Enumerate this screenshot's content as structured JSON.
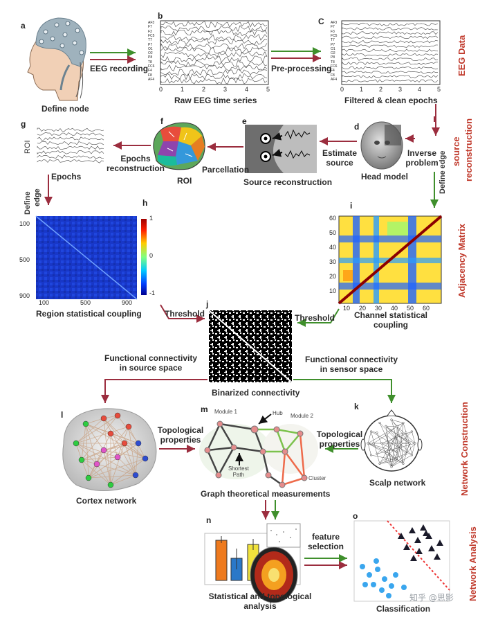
{
  "letters": {
    "a": "a",
    "b": "b",
    "c": "C",
    "d": "d",
    "e": "e",
    "f": "f",
    "g": "g",
    "h": "h",
    "i": "i",
    "j": "j",
    "k": "k",
    "l": "l",
    "m": "m",
    "n": "n",
    "o": "o"
  },
  "labels": {
    "define_node": "Define node",
    "eeg_recording": "EEG  recording",
    "raw_eeg": "Raw EEG time series",
    "pre_processing": "Pre-processing",
    "filtered": "Filtered  & clean epochs",
    "inverse_1": "Inverse",
    "inverse_2": "problem",
    "head_model": "Head model",
    "estimate_1": "Estimate",
    "estimate_2": "source",
    "source_reconstruction": "Source reconstruction",
    "parcellation": "Parcellation",
    "roi": "ROI",
    "epochs_recon_1": "Epochs",
    "epochs_recon_2": "reconstruction",
    "epochs": "Epochs",
    "roi_axis": "ROI",
    "define_edge_left_1": "Define",
    "define_edge_left_2": "edge",
    "define_edge_right": "Define  edge",
    "region_coupling": "Region statistical coupling",
    "channel_coupling_1": "Channel statistical",
    "channel_coupling_2": "coupling",
    "threshold_left": "Threshold",
    "threshold_right": "Threshold",
    "binarized": "Binarized connectivity",
    "fc_source_1": "Functional connectivity",
    "fc_source_2": "in source space",
    "fc_sensor_1": "Functional connectivity",
    "fc_sensor_2": "in sensor space",
    "topo_left_1": "Topological",
    "topo_left_2": "properties",
    "topo_right_1": "Topological",
    "topo_right_2": "properties",
    "cortex_network": "Cortex network",
    "graph_measures": "Graph theoretical measurements",
    "scalp_network": "Scalp network",
    "module1": "Module 1",
    "module2": "Module 2",
    "hub": "Hub",
    "cluster": "Cluster",
    "shortest_1": "Shortest",
    "shortest_2": "Path",
    "feature_1": "feature",
    "feature_2": "selection",
    "stat_topo_1": "Statistical and topological",
    "stat_topo_2": "analysis",
    "classification": "Classification",
    "watermark": "知乎 @思影"
  },
  "side_labels": {
    "eeg_data": "EEG Data",
    "source_recon_1": "source",
    "source_recon_2": "reconstruction",
    "adjacency": "Adjacency  Matrix",
    "network_construction": "Network Construction",
    "network_analysis": "Network Analysis"
  },
  "axes": {
    "raw_x": [
      "0",
      "1",
      "2",
      "3",
      "4",
      "5"
    ],
    "filt_x": [
      "0",
      "1",
      "2",
      "3",
      "4",
      "5"
    ],
    "channels": [
      "AF3",
      "F7",
      "F3",
      "FC5",
      "T7",
      "P7",
      "O1",
      "O2",
      "P8",
      "T8",
      "FC6",
      "F4",
      "F8",
      "AF4"
    ],
    "h_y": [
      "100",
      "500",
      "900"
    ],
    "h_x": [
      "100",
      "500",
      "900"
    ],
    "h_scale": [
      "1",
      "0",
      "-1"
    ],
    "i_y": [
      "60",
      "50",
      "40",
      "30",
      "20",
      "10"
    ],
    "i_x": [
      "10",
      "20",
      "30",
      "40",
      "50",
      "60"
    ]
  },
  "colors": {
    "arrow_red": "#9b2d3e",
    "arrow_green": "#3f8f2c",
    "side_red": "#c0392b",
    "graph_green": "#7cc24d",
    "graph_orange": "#ee6a4a",
    "node_pink": "#e58c8c"
  }
}
